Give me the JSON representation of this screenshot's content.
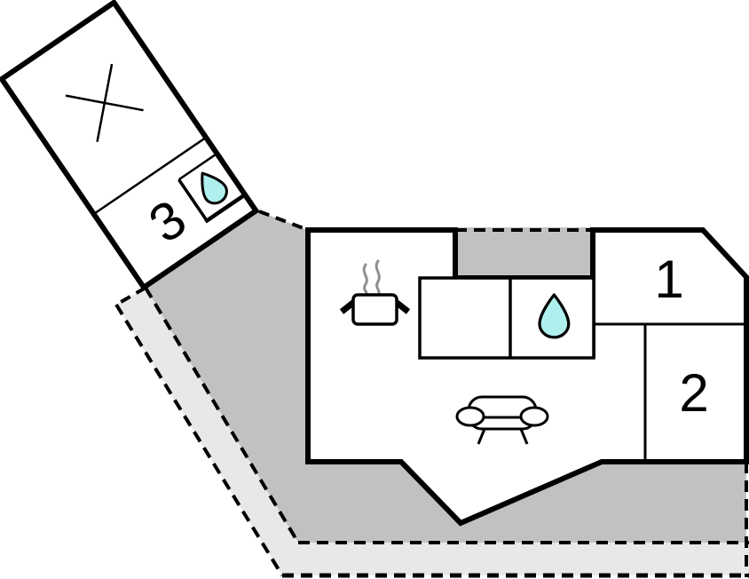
{
  "floorplan": {
    "type": "holiday-home floor plan",
    "rooms": {
      "bedroom1": {
        "label": "1"
      },
      "bedroom2": {
        "label": "2"
      },
      "annex_room3": {
        "label": "3"
      }
    },
    "icons": {
      "annex_cross": "x-mark-icon",
      "annex_bath": "water-drop-icon",
      "main_bath": "water-drop-icon",
      "kitchen": "cooking-pot-icon",
      "kitchen_steam": "steam-icon",
      "living_room": "sofa-icon"
    },
    "colors": {
      "wall": "#000000",
      "room_fill": "#ffffff",
      "terrace_dark": "#c1c1c1",
      "terrace_light": "#e8e8e8",
      "water": "#aff0ee",
      "steam": "#8f8f8f"
    }
  }
}
